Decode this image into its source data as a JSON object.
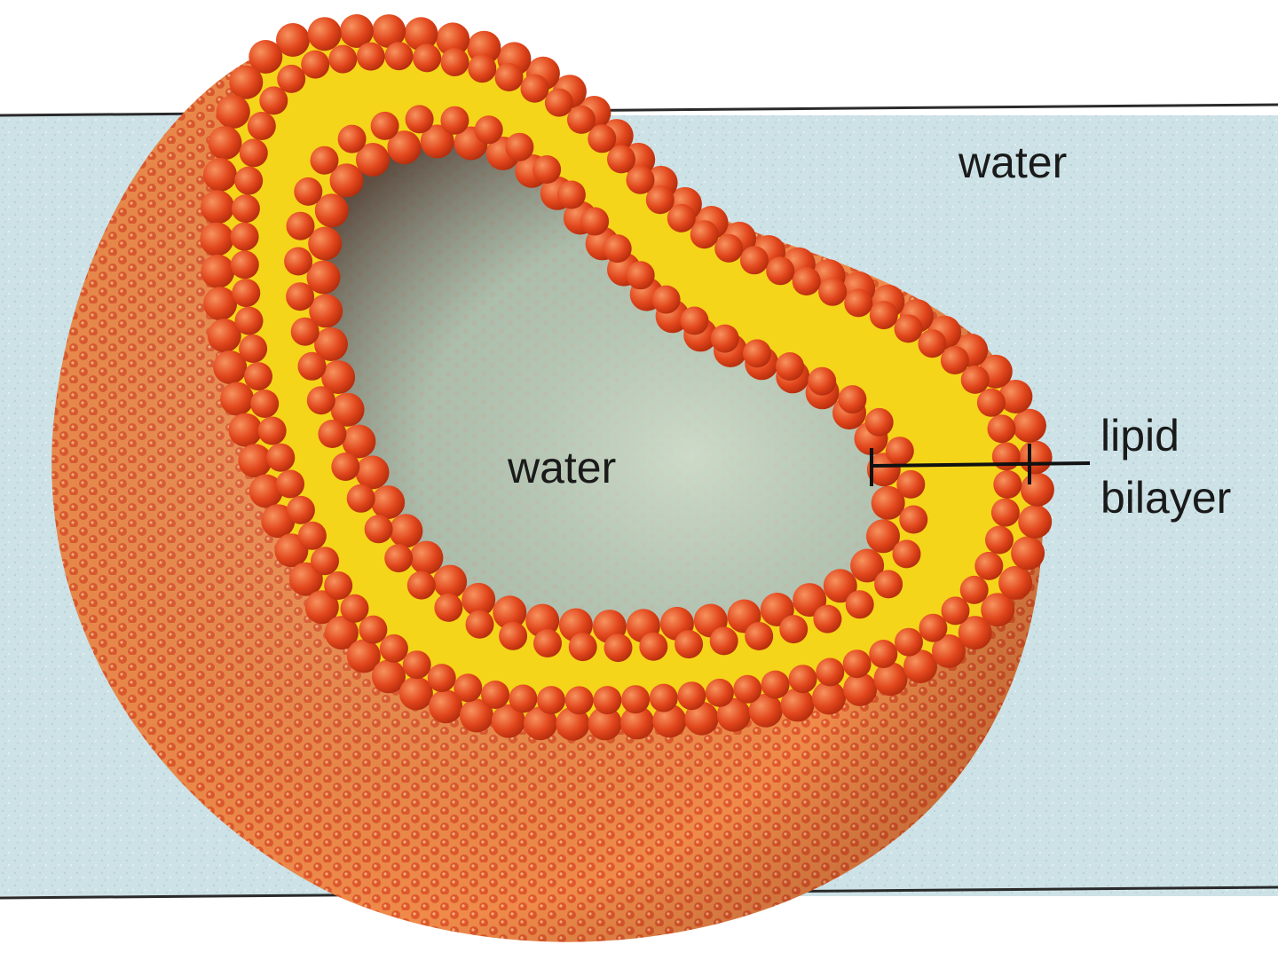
{
  "labels": {
    "outer_water": "water",
    "inner_water": "water",
    "bilayer_line1": "lipid",
    "bilayer_line2": "bilayer"
  },
  "colors": {
    "background": "#ffffff",
    "water_band": "#cfe3e6",
    "water_band_edge": "#2a2a2a",
    "head_group": "#e2461c",
    "head_group_highlight": "#f58a5a",
    "tail_region": "#f7e21a",
    "tail_stroke": "#c0541e",
    "outer_surface": "#ec7a3c",
    "outer_surface_dark": "#d4512a",
    "inner_cavity": "#9fb5a8",
    "inner_cavity_dark": "#5e5044",
    "text": "#1a1a1a"
  }
}
